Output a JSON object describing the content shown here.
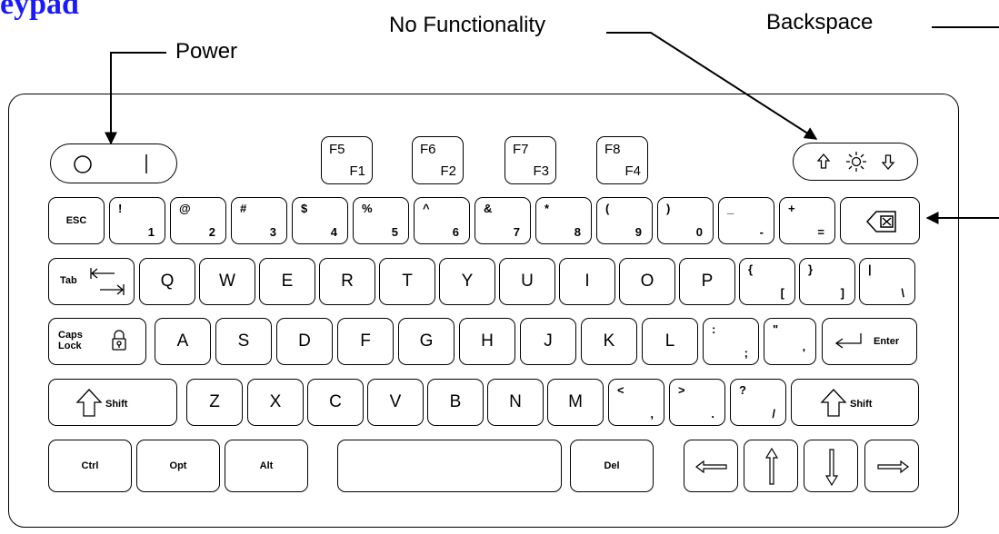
{
  "title": "eypad",
  "callouts": {
    "power": "Power",
    "no_functionality": "No Functionality",
    "backspace": "Backspace"
  },
  "fkeys": [
    {
      "top": "F5",
      "bottom": "F1"
    },
    {
      "top": "F6",
      "bottom": "F2"
    },
    {
      "top": "F7",
      "bottom": "F3"
    },
    {
      "top": "F8",
      "bottom": "F4"
    }
  ],
  "esc": "ESC",
  "number_row": [
    {
      "top": "!",
      "bottom": "1"
    },
    {
      "top": "@",
      "bottom": "2"
    },
    {
      "top": "#",
      "bottom": "3"
    },
    {
      "top": "$",
      "bottom": "4"
    },
    {
      "top": "%",
      "bottom": "5"
    },
    {
      "top": "^",
      "bottom": "6"
    },
    {
      "top": "&",
      "bottom": "7"
    },
    {
      "top": "*",
      "bottom": "8"
    },
    {
      "top": "(",
      "bottom": "9"
    },
    {
      "top": ")",
      "bottom": "0"
    },
    {
      "top": "_",
      "bottom": "-"
    },
    {
      "top": "+",
      "bottom": "="
    }
  ],
  "tab": "Tab",
  "qwerty_row": [
    "Q",
    "W",
    "E",
    "R",
    "T",
    "Y",
    "U",
    "I",
    "O",
    "P"
  ],
  "brackets": [
    {
      "top": "{",
      "bottom": "["
    },
    {
      "top": "}",
      "bottom": "]"
    },
    {
      "top": "|",
      "bottom": "\\"
    }
  ],
  "caps": [
    "Caps",
    "Lock"
  ],
  "home_row": [
    "A",
    "S",
    "D",
    "F",
    "G",
    "H",
    "J",
    "K",
    "L"
  ],
  "home_punct": [
    {
      "top": ":",
      "bottom": ";"
    },
    {
      "top": "\"",
      "bottom": "'"
    }
  ],
  "enter": "Enter",
  "shift": "Shift",
  "bottom_row": [
    "Z",
    "X",
    "C",
    "V",
    "B",
    "N",
    "M"
  ],
  "bottom_punct": [
    {
      "top": "<",
      "bottom": ","
    },
    {
      "top": ">",
      "bottom": "."
    },
    {
      "top": "?",
      "bottom": "/"
    }
  ],
  "ctrl": "Ctrl",
  "opt": "Opt",
  "alt": "Alt",
  "del": "Del"
}
